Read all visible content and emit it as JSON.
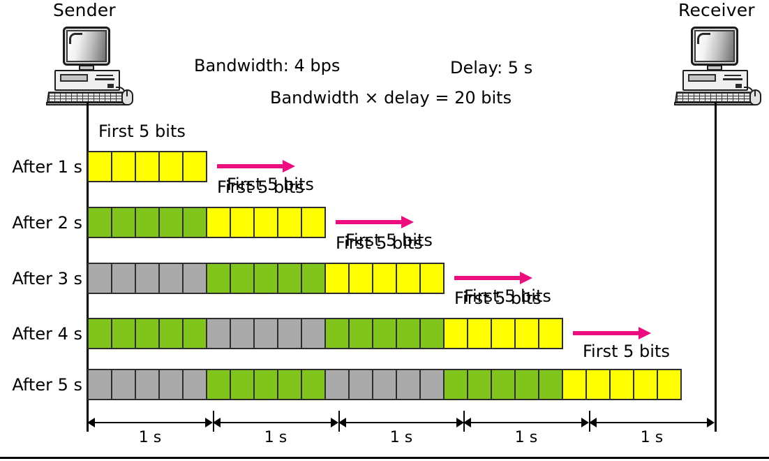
{
  "diagram": {
    "title_sender": "Sender",
    "title_receiver": "Receiver",
    "bandwidth_label": "Bandwidth: 4 bps",
    "delay_label": "Delay: 5 s",
    "product_label": "Bandwidth × delay = 20 bits",
    "caption": "First 5 bits",
    "bits_per_group": 5,
    "colors": {
      "yellow": "#ffff00",
      "green": "#80c41c",
      "gray": "#aaaaaa",
      "arrow": "#ec0d7e",
      "stroke": "#2e2e2e",
      "line": "#000000"
    },
    "rows": [
      {
        "label": "After 1 s",
        "top_caption": "First 5 bits",
        "arrow_caption": "First 5 bits",
        "groups": [
          {
            "color": "yellow",
            "count": 5
          }
        ]
      },
      {
        "label": "After 2 s",
        "top_caption": "First 5 bits",
        "arrow_caption": "First 5 bits",
        "groups": [
          {
            "color": "green",
            "count": 5
          },
          {
            "color": "yellow",
            "count": 5
          }
        ]
      },
      {
        "label": "After 3 s",
        "top_caption": "First 5 bits",
        "arrow_caption": "First 5 bits",
        "groups": [
          {
            "color": "gray",
            "count": 5
          },
          {
            "color": "green",
            "count": 5
          },
          {
            "color": "yellow",
            "count": 5
          }
        ]
      },
      {
        "label": "After 4 s",
        "top_caption": "First 5 bits",
        "arrow_caption": "First 5 bits",
        "groups": [
          {
            "color": "green",
            "count": 5
          },
          {
            "color": "gray",
            "count": 5
          },
          {
            "color": "green",
            "count": 5
          },
          {
            "color": "yellow",
            "count": 5
          }
        ]
      },
      {
        "label": "After 5 s",
        "top_caption": "",
        "arrow_caption": "",
        "groups": [
          {
            "color": "gray",
            "count": 5
          },
          {
            "color": "green",
            "count": 5
          },
          {
            "color": "gray",
            "count": 5
          },
          {
            "color": "green",
            "count": 5
          },
          {
            "color": "yellow",
            "count": 5
          }
        ]
      }
    ],
    "timeline": {
      "segments": [
        "1 s",
        "1 s",
        "1 s",
        "1 s",
        "1 s"
      ]
    }
  }
}
